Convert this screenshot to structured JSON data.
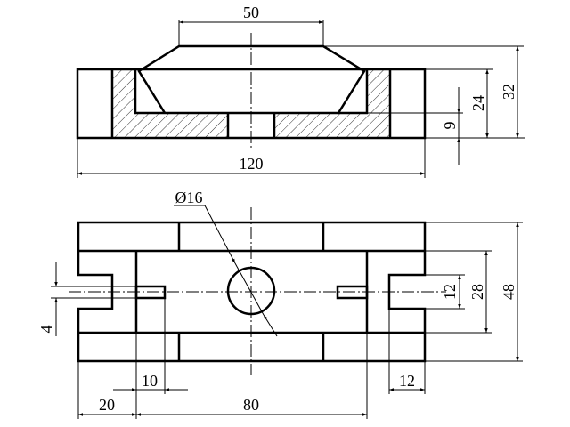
{
  "drawing": {
    "section_view": {
      "dims": {
        "top_width": "50",
        "total_height": "32",
        "wall_height": "24",
        "base_thickness": "9",
        "overall_length": "120"
      }
    },
    "plan_view": {
      "dims": {
        "hole_diameter": "Ø16",
        "slot_width": "4",
        "notch_width": "12",
        "inner_width": "28",
        "overall_width": "48",
        "slot_depth": "10",
        "flange_length": "20",
        "inner_length": "80",
        "notch_depth": "12"
      }
    }
  }
}
